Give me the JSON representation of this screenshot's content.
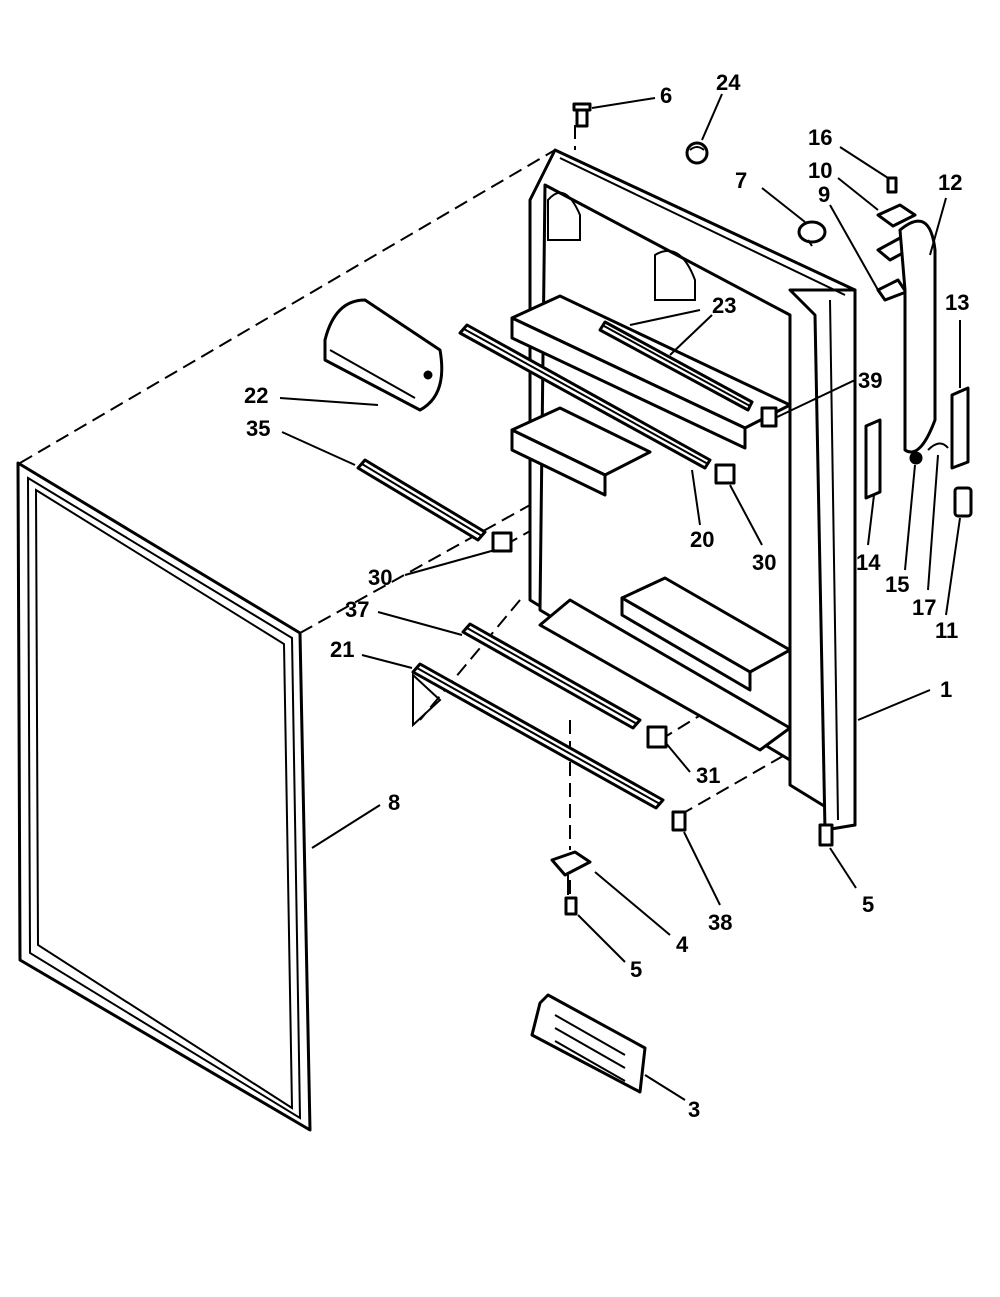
{
  "diagram": {
    "callouts": [
      {
        "id": "6",
        "text": "6"
      },
      {
        "id": "24",
        "text": "24"
      },
      {
        "id": "16",
        "text": "16"
      },
      {
        "id": "10",
        "text": "10"
      },
      {
        "id": "7",
        "text": "7"
      },
      {
        "id": "9",
        "text": "9"
      },
      {
        "id": "12",
        "text": "12"
      },
      {
        "id": "13",
        "text": "13"
      },
      {
        "id": "23",
        "text": "23"
      },
      {
        "id": "39",
        "text": "39"
      },
      {
        "id": "22",
        "text": "22"
      },
      {
        "id": "35",
        "text": "35"
      },
      {
        "id": "20",
        "text": "20"
      },
      {
        "id": "30a",
        "text": "30"
      },
      {
        "id": "30b",
        "text": "30"
      },
      {
        "id": "14",
        "text": "14"
      },
      {
        "id": "15",
        "text": "15"
      },
      {
        "id": "17",
        "text": "17"
      },
      {
        "id": "11",
        "text": "11"
      },
      {
        "id": "37",
        "text": "37"
      },
      {
        "id": "21",
        "text": "21"
      },
      {
        "id": "1",
        "text": "1"
      },
      {
        "id": "8",
        "text": "8"
      },
      {
        "id": "31",
        "text": "31"
      },
      {
        "id": "5a",
        "text": "5"
      },
      {
        "id": "38",
        "text": "38"
      },
      {
        "id": "4",
        "text": "4"
      },
      {
        "id": "5b",
        "text": "5"
      },
      {
        "id": "3",
        "text": "3"
      }
    ]
  }
}
